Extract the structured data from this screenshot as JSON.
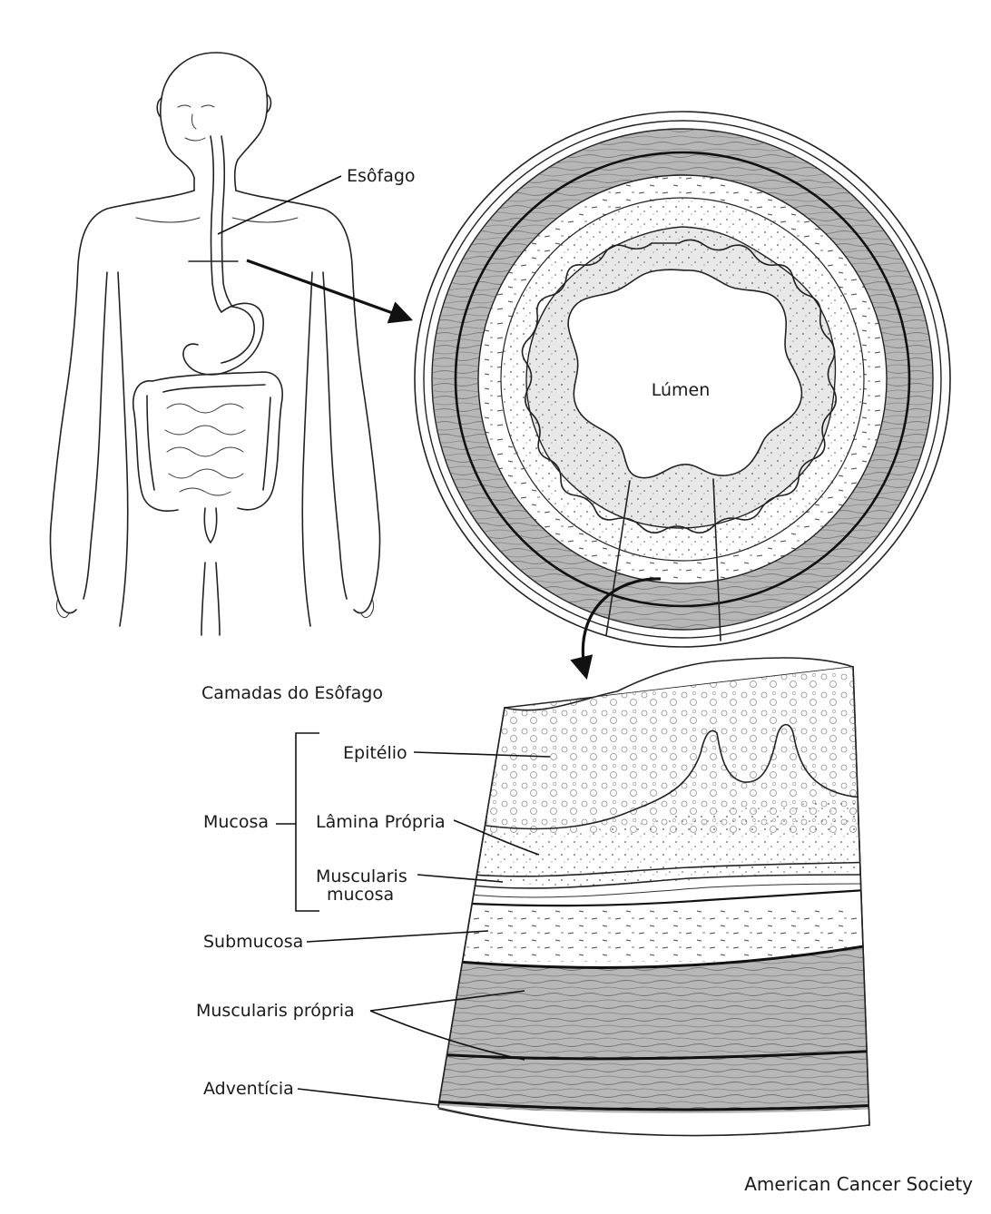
{
  "labels": {
    "esofago": "Esôfago",
    "lumen": "Lúmen",
    "camadas": "Camadas do Esôfago",
    "epitelio": "Epitélio",
    "mucosa": "Mucosa",
    "lamina_propria": "Lâmina Própria",
    "muscularis_mucosa_1": "Muscularis",
    "muscularis_mucosa_2": "mucosa",
    "submucosa": "Submucosa",
    "muscularis_propria": "Muscularis própria",
    "adventicia": "Adventícia"
  },
  "credit": "American Cancer Society",
  "colors": {
    "ink": "#222222",
    "muscle_gray": "#b7b7b7",
    "light_gray": "#d6d6d6",
    "background": "#ffffff"
  }
}
